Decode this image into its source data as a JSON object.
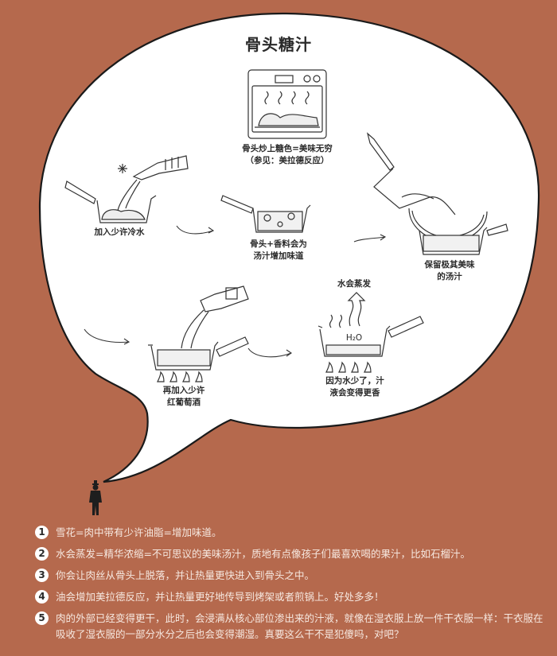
{
  "title": "骨头糖汁",
  "steps": [
    {
      "id": "oven",
      "caption_lines": [
        "骨头炒上糖色=美味无穷",
        "（参见：美拉德反应）"
      ]
    },
    {
      "id": "cold-water",
      "caption_lines": [
        "加入少许冷水"
      ]
    },
    {
      "id": "bones-spices",
      "caption_lines": [
        "骨头+香料会为",
        "汤汁增加味道"
      ]
    },
    {
      "id": "strain",
      "caption_lines": [
        "保留极其美味",
        "的汤汁"
      ]
    },
    {
      "id": "red-wine",
      "caption_lines": [
        "再加入少许",
        "红葡萄酒"
      ]
    },
    {
      "id": "evaporate",
      "label_top": "水会蒸发",
      "h2o_label": "H₂O",
      "caption_lines": [
        "因为水少了，汁",
        "液会变得更香"
      ]
    }
  ],
  "notes": [
    {
      "number": "1",
      "text": "雪花=肉中带有少许油脂=增加味道。"
    },
    {
      "number": "2",
      "text": "水会蒸发=精华浓缩=不可思议的美味汤汁，质地有点像孩子们最喜欢喝的果汁，比如石榴汁。"
    },
    {
      "number": "3",
      "text": "你会让肉丝从骨头上脱落，并让热量更快进入到骨头之中。"
    },
    {
      "number": "4",
      "text": "油会增加美拉德反应，并让热量更好地传导到烤架或者煎锅上。好处多多！"
    },
    {
      "number": "5",
      "text": "肉的外部已经变得更干，此时，会浸满从核心部位渗出来的汁液，就像在湿衣服上放一件干衣服一样：干衣服在吸收了湿衣服的一部分水分之后也会变得潮湿。真要这么干不是犯傻吗，对吧？"
    }
  ],
  "colors": {
    "background": "#B5694D",
    "bubble": "#FFFFFF",
    "ink": "#2A2A2A",
    "note_text": "#F6E8E0"
  }
}
